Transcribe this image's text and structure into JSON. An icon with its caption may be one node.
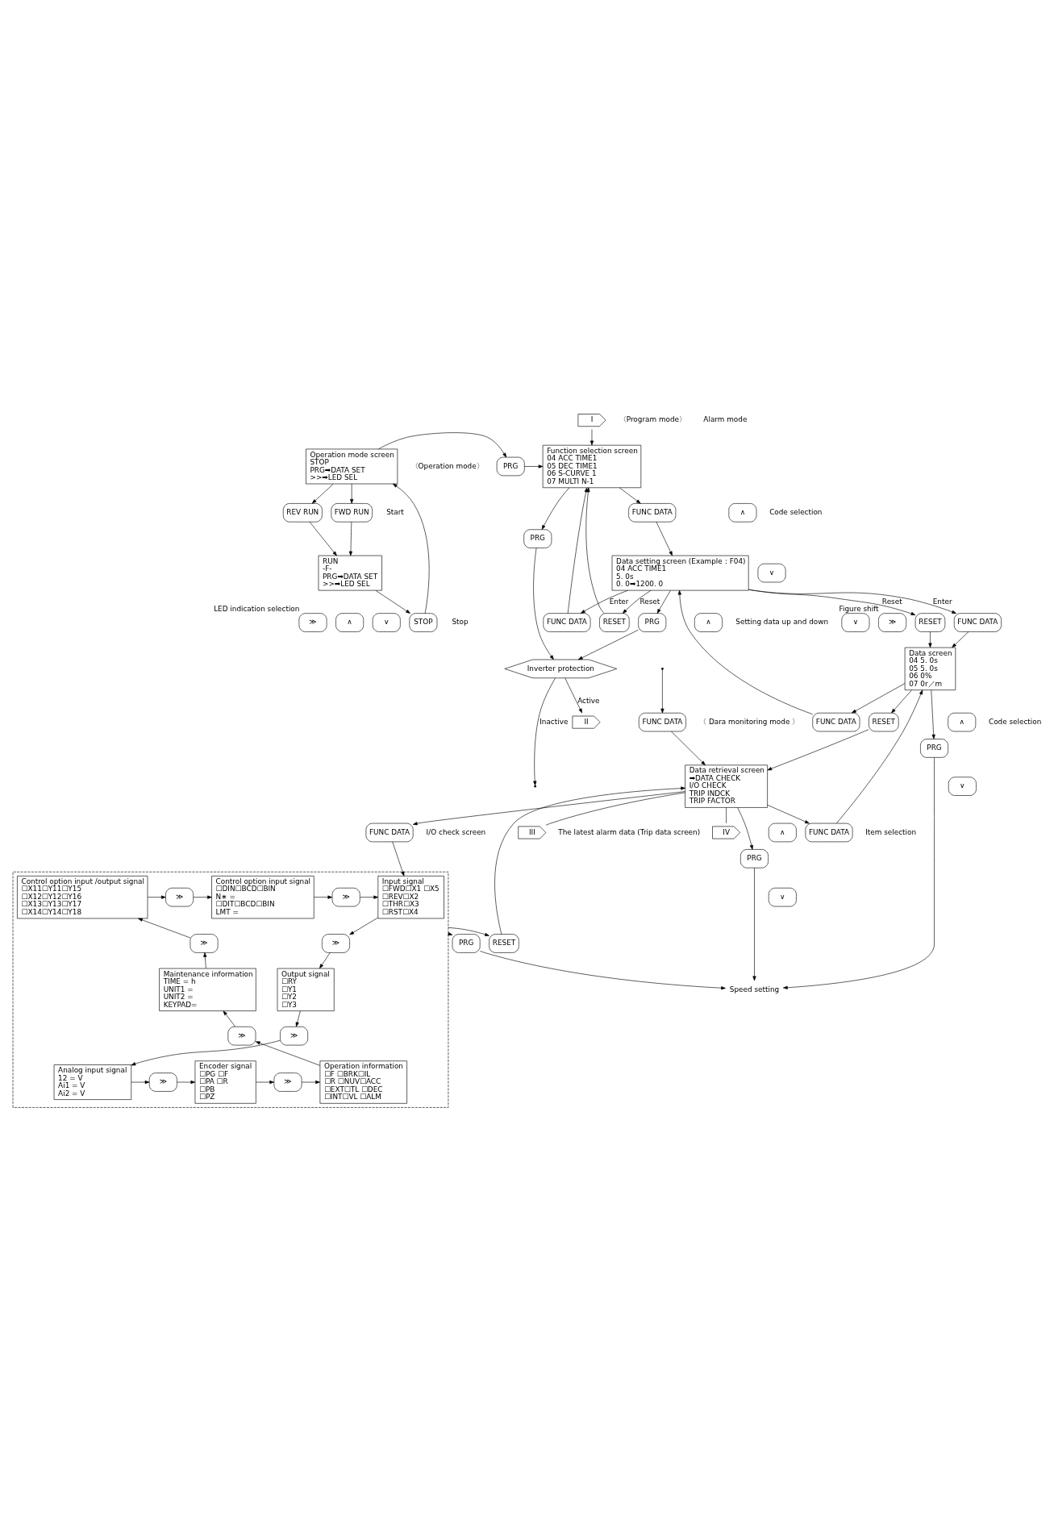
{
  "diagram": {
    "nodes": [
      {
        "text": [
          "Operation mode screen",
          "STOP",
          "PRG➡DATA SET",
          ">>➡LED SEL"
        ]
      },
      {
        "text": [
          "FWD RUN"
        ]
      },
      {
        "text": [
          "REV RUN"
        ]
      },
      {
        "text": [
          "STOP"
        ]
      },
      {
        "text": [
          "RUN",
          "-F-",
          "PRG➡DATA SET",
          ">>➡LED SEL"
        ]
      },
      {
        "text": [
          "≫"
        ],
        "beside": [
          "LED indication selection"
        ]
      },
      {
        "text": [
          "∧"
        ]
      },
      {
        "text": [
          "∨"
        ]
      },
      {
        "text": [
          "Speed setting"
        ]
      },
      {
        "text": [
          "I"
        ]
      },
      {
        "text": [
          "II"
        ]
      },
      {
        "text": [
          "Function selection screen",
          "04 ACC TIME1",
          "05 DEC TIME1",
          "06 S-CURVE 1",
          "07 MULTI N-1"
        ]
      },
      {
        "text": [
          "PRG"
        ]
      },
      {
        "text": [
          "PRG"
        ]
      },
      {
        "text": [
          "Inverter protection"
        ]
      },
      {
        "text": [
          "FUNC DATA"
        ]
      },
      {
        "text": [
          "FUNC DATA"
        ]
      },
      {
        "text": [
          "RESET"
        ]
      },
      {
        "text": [
          "Data setting screen (Example：F04)",
          "04 ACC TIME1",
          "5. 0s",
          "0. 0➡1200. 0"
        ]
      },
      {
        "text": [
          "PRG"
        ]
      },
      {
        "text": [
          "∧"
        ]
      },
      {
        "text": [
          "∨"
        ]
      },
      {
        "text": [
          "≫"
        ],
        "beside": [
          "Figure shift"
        ]
      },
      {
        "text": [
          "∧"
        ]
      },
      {
        "text": [
          "∨"
        ]
      },
      {
        "text": [
          "FUNC DATA"
        ]
      },
      {
        "text": [
          "FUNC DATA"
        ]
      },
      {
        "text": [
          "RESET"
        ]
      },
      {
        "text": [
          "Data screen",
          "04 5. 0s",
          "05 5. 0s",
          "06 0%",
          "07 0r／m"
        ]
      },
      {
        "text": [
          "FUNC DATA"
        ]
      },
      {
        "text": [
          "PRG"
        ]
      },
      {
        "text": [
          "Data retrieval screen",
          "➡DATA CHECK",
          "I/O CHECK",
          "TRIP INDCK",
          "TRIP FACTOR"
        ]
      },
      {
        "text": [
          "∧"
        ]
      },
      {
        "text": [
          "∨"
        ]
      },
      {
        "text": [
          "FUNC DATA"
        ]
      },
      {
        "text": [
          "RESET"
        ]
      },
      {
        "text": [
          "PRG"
        ]
      },
      {
        "text": [
          "∧"
        ]
      },
      {
        "text": [
          "∨"
        ]
      },
      {
        "text": [
          "PRG"
        ]
      },
      {
        "text": [
          "FUNC DATA"
        ]
      },
      {
        "text": [
          "RESET"
        ]
      },
      {
        "text": [
          "III"
        ]
      },
      {
        "text": [
          "IV"
        ]
      },
      {
        "text": [],
        "shape": "box"
      },
      {
        "text": [
          "Control option input /output signal",
          "☐X11☐Y11☐Y15",
          "☐X12☐Y12☐Y16",
          "☐X13☐Y13☐Y17",
          "☐X14☐Y14☐Y18"
        ],
        "in": 44
      },
      {
        "text": [
          "≫"
        ],
        "in": 44
      },
      {
        "text": [
          "Control option input signal",
          "☐DIN☐BCD☐BIN",
          "N∗ =",
          "☐DIT☐BCD☐BIN",
          "LMT ="
        ],
        "in": 44
      },
      {
        "text": [
          "≫"
        ],
        "in": 44
      },
      {
        "text": [
          "Input signal",
          "☐FWD☐X1 ☐X5",
          "☐REV☐X2",
          "☐THR☐X3",
          "☐RST☐X4"
        ],
        "in": 44
      },
      {
        "text": [
          "≫"
        ],
        "in": 44
      },
      {
        "text": [
          "Output signal",
          "☐RY",
          "☐Y1",
          "☐Y2",
          "☐Y3"
        ],
        "in": 44
      },
      {
        "text": [
          "≫"
        ],
        "in": 44
      },
      {
        "text": [
          "Analog input signal",
          "12 = V",
          "Ai1 = V",
          "Ai2 = V"
        ],
        "in": 44
      },
      {
        "text": [
          "≫"
        ],
        "in": 44
      },
      {
        "text": [
          "Encoder signal",
          "☐PG ☐F",
          "☐PA ☐R",
          "☐PB",
          "☐PZ"
        ],
        "in": 44
      },
      {
        "text": [
          "≫"
        ],
        "in": 44
      },
      {
        "text": [
          "Operation information",
          "☐F ☐BRK☐IL",
          "☐R ☐NUV☐ACC",
          "☐EXT☐TL ☐DEC",
          "☐INT☐VL ☐ALM"
        ],
        "in": 44
      },
      {
        "text": [
          "≫"
        ],
        "in": 44
      },
      {
        "text": [
          "Maintenance information",
          "TIME = h",
          "UNIT1 =",
          "UNIT2 =",
          "KEYPAD="
        ],
        "in": 44
      },
      {
        "text": [
          "≫"
        ],
        "in": 44
      }
    ],
    "edges": [
      {
        "from": 0,
        "to": 1,
        "arrow": "to"
      },
      {
        "from": 1,
        "to": 4,
        "arrow": "to"
      },
      {
        "from": 0,
        "to": 2,
        "arrow": "to"
      },
      {
        "from": 2,
        "to": 4,
        "arrow": "to"
      },
      {
        "from": 4,
        "to": 3,
        "arrow": "to"
      },
      {
        "from": 3,
        "to": 0,
        "arrow": "to"
      },
      {
        "from": 0,
        "to": 12,
        "arrow": "to"
      },
      {
        "from": 12,
        "to": 11,
        "arrow": "to"
      },
      {
        "from": 9,
        "to": 11,
        "arrow": "to"
      },
      {
        "from": 11,
        "to": 13,
        "arrow": "to"
      },
      {
        "from": 13,
        "to": 14,
        "arrow": "to"
      },
      {
        "from": 14,
        "to": 10,
        "arrow": "to",
        "label": "Active"
      },
      {
        "from": 14,
        "to": null,
        "arrow": "to",
        "label": "Inactive"
      },
      {
        "from": 18,
        "to": 19,
        "arrow": "to"
      },
      {
        "from": 19,
        "to": 14,
        "arrow": "to"
      },
      {
        "from": 11,
        "to": 15,
        "arrow": "to"
      },
      {
        "from": 15,
        "to": 18,
        "arrow": "to"
      },
      {
        "from": 18,
        "to": 16,
        "arrow": "to",
        "label": "Enter"
      },
      {
        "from": 16,
        "to": 11,
        "arrow": "to"
      },
      {
        "from": 18,
        "to": 17,
        "arrow": "to",
        "label": "Reset"
      },
      {
        "from": 17,
        "to": 11,
        "arrow": "to"
      },
      {
        "from": 28,
        "to": 25,
        "arrow": "to"
      },
      {
        "from": 25,
        "to": 18,
        "arrow": "to"
      },
      {
        "from": 18,
        "to": 26,
        "arrow": "to",
        "label": "Enter"
      },
      {
        "from": 26,
        "to": 28,
        "arrow": "to"
      },
      {
        "from": 18,
        "to": 27,
        "arrow": "to",
        "label": "Reset"
      },
      {
        "from": 27,
        "to": 28,
        "arrow": "to"
      },
      {
        "from": null,
        "to": 29,
        "arrow": "to"
      },
      {
        "from": 29,
        "to": 31,
        "arrow": "to"
      },
      {
        "from": 31,
        "to": 30,
        "arrow": "to"
      },
      {
        "from": 30,
        "to": 8,
        "arrow": "to"
      },
      {
        "from": 31,
        "to": 34,
        "arrow": "to"
      },
      {
        "from": 34,
        "to": 28,
        "arrow": "to"
      },
      {
        "from": 28,
        "to": 35,
        "arrow": "to"
      },
      {
        "from": 35,
        "to": 31,
        "arrow": "to"
      },
      {
        "from": 28,
        "to": 36,
        "arrow": "to"
      },
      {
        "from": 36,
        "to": 8,
        "arrow": "to"
      },
      {
        "from": 31,
        "to": 40,
        "arrow": "to"
      },
      {
        "from": 40,
        "to": 49,
        "arrow": "to"
      },
      {
        "from": 44,
        "to": 41,
        "arrow": "to"
      },
      {
        "from": 41,
        "to": 31,
        "arrow": "to"
      },
      {
        "from": 44,
        "to": 39,
        "arrow": "to"
      },
      {
        "from": 39,
        "to": 8,
        "arrow": "to"
      },
      {
        "from": 31,
        "to": 43,
        "arrow": "none"
      },
      {
        "from": 31,
        "to": 42,
        "arrow": "none"
      },
      {
        "from": 45,
        "to": 46,
        "arrow": "to"
      },
      {
        "from": 46,
        "to": 47,
        "arrow": "to"
      },
      {
        "from": 47,
        "to": 48,
        "arrow": "to"
      },
      {
        "from": 48,
        "to": 49,
        "arrow": "to"
      },
      {
        "from": 49,
        "to": 50,
        "arrow": "to"
      },
      {
        "from": 50,
        "to": 51,
        "arrow": "to"
      },
      {
        "from": 51,
        "to": 52,
        "arrow": "to"
      },
      {
        "from": 52,
        "to": 53,
        "arrow": "to"
      },
      {
        "from": 53,
        "to": 54,
        "arrow": "to"
      },
      {
        "from": 54,
        "to": 55,
        "arrow": "to"
      },
      {
        "from": 55,
        "to": 56,
        "arrow": "to"
      },
      {
        "from": 56,
        "to": 57,
        "arrow": "to"
      },
      {
        "from": 57,
        "to": 58,
        "arrow": "to"
      },
      {
        "from": 58,
        "to": 59,
        "arrow": "to"
      },
      {
        "from": 59,
        "to": 60,
        "arrow": "to"
      },
      {
        "from": 60,
        "to": 45,
        "arrow": "to"
      }
    ],
    "labels": [
      "〈Operation mode〉",
      "〈Program mode〉",
      "Start",
      "Stop",
      "Alarm mode",
      "Code selection",
      "Setting data up and down",
      "〈 Dara monitoring mode 〉",
      "Item selection",
      "Code selection",
      "The latest alarm data (Trip data screen)",
      "I/O check screen"
    ]
  }
}
